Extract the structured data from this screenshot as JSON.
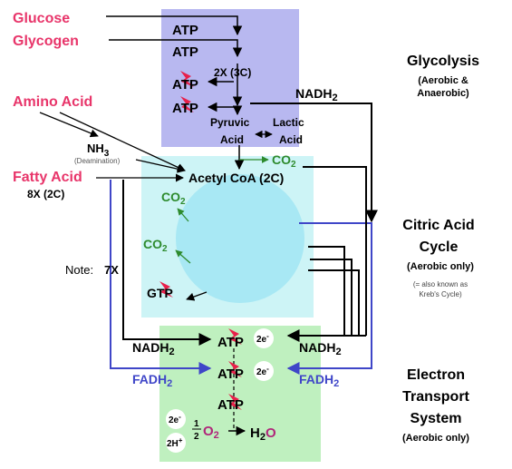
{
  "inputs": {
    "glucose": "Glucose",
    "glycogen": "Glycogen",
    "amino_acid": "Amino Acid",
    "nh3": "NH",
    "nh3_sub": "3",
    "deamination": "(Deamination)",
    "fatty_acid": "Fatty Acid",
    "fatty_mult": "8X (2C)",
    "note": "Note:",
    "note_mult": "7X"
  },
  "glycolysis": {
    "atp1": "ATP",
    "atp2": "ATP",
    "split": "2X (3C)",
    "atp3": "ATP",
    "atp4": "ATP",
    "pyruvic1": "Pyruvic",
    "pyruvic2": "Acid",
    "lactic1": "Lactic",
    "lactic2": "Acid",
    "nadh": "NADH",
    "nadh_sub": "2",
    "title": "Glycolysis",
    "sub1": "(Aerobic &",
    "sub2": "Anaerobic)"
  },
  "citric": {
    "co2_top": "CO",
    "co2_top_sub": "2",
    "acetyl": "Acetyl CoA (2C)",
    "co2_a": "CO",
    "co2_a_sub": "2",
    "co2_b": "CO",
    "co2_b_sub": "2",
    "gtp": "GTP",
    "title1": "Citric Acid",
    "title2": "Cycle",
    "sub": "(Aerobic only)",
    "note1": "(= also known as",
    "note2": "Kreb's Cycle)"
  },
  "ets": {
    "nadh_left": "NADH",
    "nadh_left_sub": "2",
    "nadh_right": "NADH",
    "nadh_right_sub": "2",
    "fadh_left": "FADH",
    "fadh_left_sub": "2",
    "fadh_right": "FADH",
    "fadh_right_sub": "2",
    "atp1": "ATP",
    "atp2": "ATP",
    "atp3": "ATP",
    "e1": "2e",
    "e1_sup": "-",
    "e2": "2e",
    "e2_sup": "-",
    "e3": "2e",
    "e3_sup": "-",
    "h": "2H",
    "h_sup": "+",
    "half_num": "1",
    "half_den": "2",
    "o2": "O",
    "o2_sub": "2",
    "h2o_h": "H",
    "h2o_sub": "2",
    "h2o_o": "O",
    "title1": "Electron",
    "title2": "Transport",
    "title3": "System",
    "sub": "(Aerobic only)"
  },
  "colors": {
    "input_pink": "#e8356a",
    "co2_green": "#2e8b2e",
    "fadh_blue": "#3f46c8",
    "glycolysis_bg": "#b8b8f0",
    "citric_bg": "#cdf4f6",
    "mito_circle": "#a8e8f4",
    "ets_bg": "#bff0bf",
    "bolt_red": "#e8204a"
  }
}
